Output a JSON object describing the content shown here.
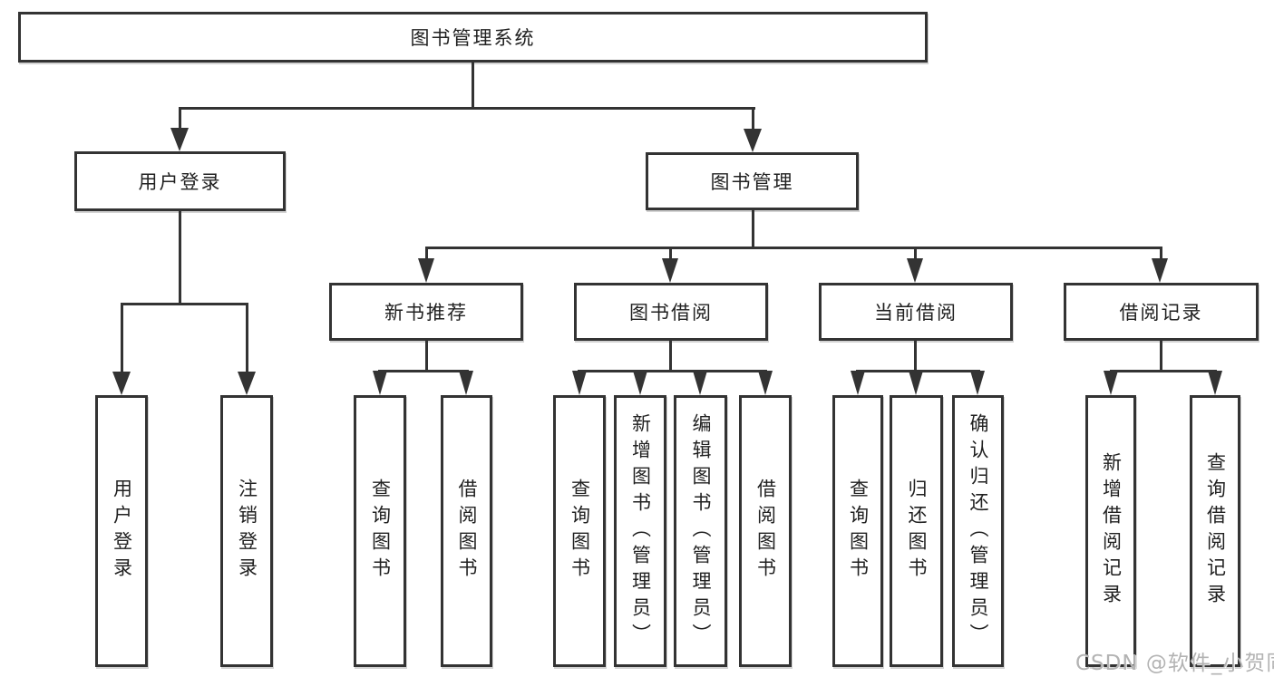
{
  "diagram": {
    "root": "图书管理系统",
    "level2": [
      "用户登录",
      "图书管理"
    ],
    "level3": [
      "新书推荐",
      "图书借阅",
      "当前借阅",
      "借阅记录"
    ],
    "leaves": {
      "user_login": [
        "用户登录",
        "注销登录"
      ],
      "new_book_recommend": [
        "查询图书",
        "借阅图书"
      ],
      "book_borrowing": [
        "查询图书",
        "新增图书（管理员）",
        "编辑图书（管理员）",
        "借阅图书"
      ],
      "current_borrowing": [
        "查询图书",
        "归还图书",
        "确认归还（管理员）"
      ],
      "borrowing_records": [
        "新增借阅记录",
        "查询借阅记录"
      ]
    }
  },
  "watermark": "CSDN @软件_小贺同学",
  "colors": {
    "line": "#333333",
    "text": "#212121",
    "background": "#ffffff",
    "watermark": "#b3b3b3"
  }
}
